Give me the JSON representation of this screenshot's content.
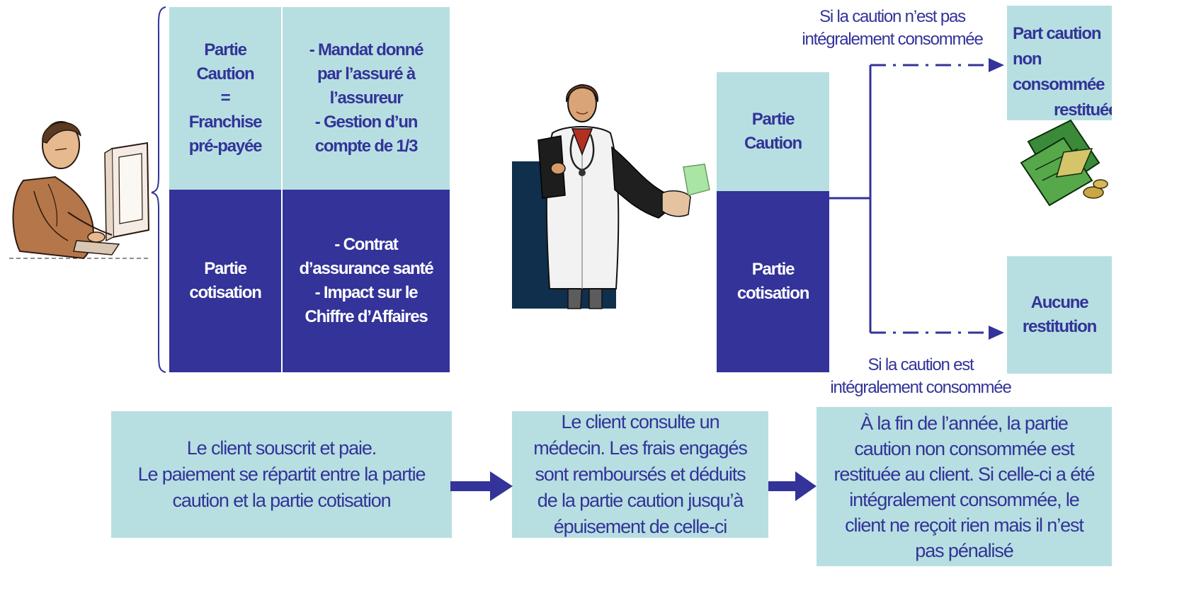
{
  "left_block": {
    "caution_title": [
      "Partie",
      "Caution",
      "=",
      "Franchise",
      "pré-payée"
    ],
    "caution_desc": [
      "- Mandat donné",
      "par l’assuré à",
      "l’assureur",
      "- Gestion d’un",
      "compte de 1/3"
    ],
    "cotisation_title": [
      "Partie",
      "cotisation"
    ],
    "cotisation_desc": [
      "- Contrat",
      "d’assurance santé",
      "- Impact sur le",
      "Chiffre d’Affaires"
    ]
  },
  "middle_block": {
    "caution_title": [
      "Partie",
      "Caution"
    ],
    "cotisation_title": [
      "Partie",
      "cotisation"
    ]
  },
  "branches": {
    "top_condition": [
      "Si la caution n’est pas",
      "intégralement consommée"
    ],
    "top_result": [
      "Part caution",
      "non",
      "consommée",
      "restituée"
    ],
    "bottom_condition": [
      "Si la caution est",
      "intégralement consommée"
    ],
    "bottom_result": [
      "Aucune",
      "restitution"
    ]
  },
  "steps": [
    [
      "Le client souscrit et paie.",
      "Le paiement se répartit entre la partie",
      "caution et la partie cotisation"
    ],
    [
      "Le client consulte un",
      "médecin. Les frais engagés",
      "sont remboursés et déduits",
      "de la partie caution jusqu’à",
      "épuisement de celle-ci"
    ],
    [
      "À la fin de l’année, la partie",
      "caution non consommée est",
      "restituée au client. Si celle-ci a été",
      "intégralement consommée, le",
      "client ne reçoit rien mais il n’est",
      "pas pénalisé"
    ]
  ],
  "icons": {
    "client": "client-at-computer-clipart",
    "doctor": "doctor-clipart",
    "money": "money-stack-clipart"
  },
  "colors": {
    "light": "#b7dfe1",
    "dark": "#333399"
  }
}
